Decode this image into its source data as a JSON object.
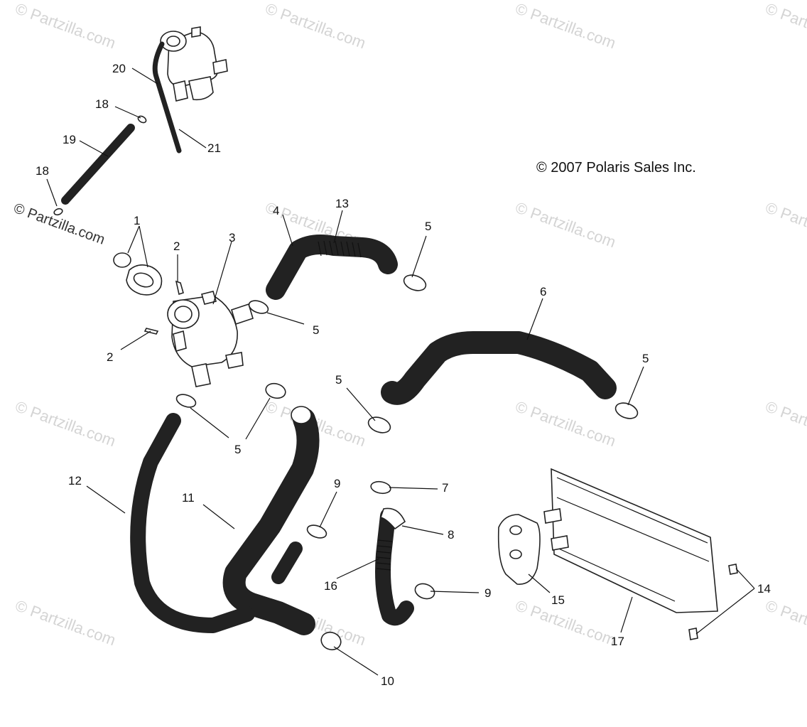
{
  "copyright": "© 2007 Polaris Sales Inc.",
  "watermark": "© Partzilla.com",
  "callouts": [
    {
      "id": "c20",
      "text": "20"
    },
    {
      "id": "c18a",
      "text": "18"
    },
    {
      "id": "c19",
      "text": "19"
    },
    {
      "id": "c21",
      "text": "21"
    },
    {
      "id": "c18b",
      "text": "18"
    },
    {
      "id": "c1",
      "text": "1"
    },
    {
      "id": "c2a",
      "text": "2"
    },
    {
      "id": "c3",
      "text": "3"
    },
    {
      "id": "c4",
      "text": "4"
    },
    {
      "id": "c13",
      "text": "13"
    },
    {
      "id": "c5a",
      "text": "5"
    },
    {
      "id": "c5b",
      "text": "5"
    },
    {
      "id": "c2b",
      "text": "2"
    },
    {
      "id": "c6",
      "text": "6"
    },
    {
      "id": "c5c",
      "text": "5"
    },
    {
      "id": "c5d",
      "text": "5"
    },
    {
      "id": "c5e",
      "text": "5"
    },
    {
      "id": "c12",
      "text": "12"
    },
    {
      "id": "c11",
      "text": "11"
    },
    {
      "id": "c9a",
      "text": "9"
    },
    {
      "id": "c7",
      "text": "7"
    },
    {
      "id": "c8",
      "text": "8"
    },
    {
      "id": "c16",
      "text": "16"
    },
    {
      "id": "c9b",
      "text": "9"
    },
    {
      "id": "c15",
      "text": "15"
    },
    {
      "id": "c14",
      "text": "14"
    },
    {
      "id": "c17",
      "text": "17"
    },
    {
      "id": "c10",
      "text": "10"
    }
  ]
}
